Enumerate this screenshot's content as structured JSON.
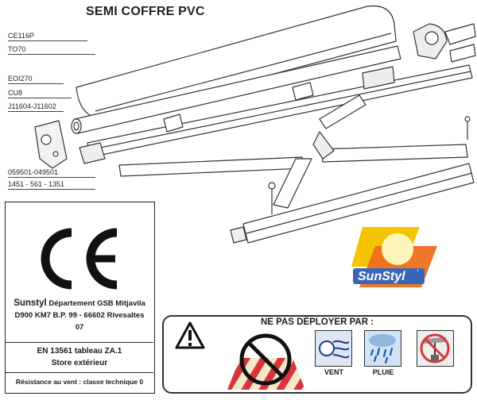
{
  "title": "SEMI COFFRE PVC",
  "part_refs": [
    "CE116P",
    "TO70",
    "EOI270",
    "CU8",
    "J11604-J11602",
    "059501-049501",
    "1451 - 561 - 1351"
  ],
  "brand_logo": {
    "text": "SunStyl",
    "mark": "’"
  },
  "ce_label": {
    "mark": "CE",
    "company_name": "Sunstyl",
    "company_line1": "Département GSB Mitjavila",
    "company_line2": "D900 KM7 B.P. 99 - 66602 Rivesaltes",
    "company_line3": "07",
    "standard": "EN 13561 tableau ZA.1",
    "product": "Store extérieur",
    "resistance": "Résistance au vent : classe technique 0"
  },
  "warning": {
    "title": "NE PAS DÉPLOYER PAR :",
    "icons": [
      {
        "name": "caution-icon",
        "label": ""
      },
      {
        "name": "no-awning-icon",
        "label": ""
      },
      {
        "name": "wind-icon",
        "label": "VENT"
      },
      {
        "name": "rain-icon",
        "label": "PLUIE"
      },
      {
        "name": "no-weight-icon",
        "label": ""
      }
    ]
  },
  "colors": {
    "frame": "#ffffff",
    "outline": "#333333",
    "awning_red": "#d9343b",
    "awning_cream": "#f3e8c8",
    "logo_yellow": "#f5c400",
    "logo_orange": "#ee6e1c",
    "logo_blue": "#3a66b8"
  }
}
